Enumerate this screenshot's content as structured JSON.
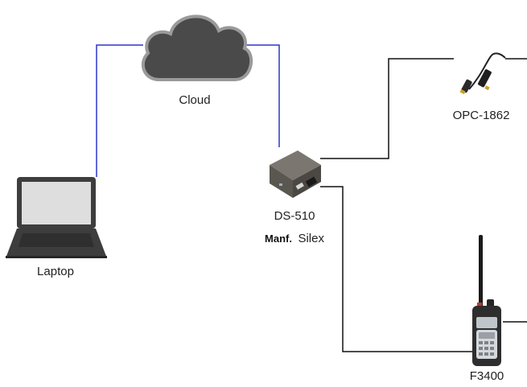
{
  "nodes": {
    "cloud": {
      "label": "Cloud"
    },
    "laptop": {
      "label": "Laptop"
    },
    "gateway": {
      "label": "DS-510",
      "manufacturer_prefix": "Manf.",
      "manufacturer": "Silex"
    },
    "cable": {
      "label": "OPC-1862"
    },
    "radio": {
      "label": "F3400"
    }
  },
  "colors": {
    "network_link": "#2b36c9",
    "wired_link": "#111111",
    "cloud_fill": "#4a4a4a",
    "cloud_outline": "#9a9a9a",
    "laptop_frame": "#3d3d3d",
    "laptop_screen": "#dedede",
    "gateway_body": "#5a5650",
    "radio_body": "#2e2e2e"
  }
}
